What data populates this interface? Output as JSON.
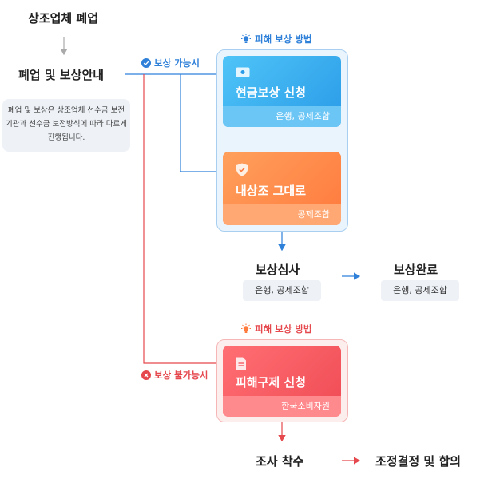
{
  "top_title": "상조업체 폐업",
  "guide_title": "폐업 및 보상안내",
  "guide_note": "폐업 및 보상은 상조업체 선수금 보전 기관과 선수금 보전방식에 따라 다르게 진행됩니다.",
  "branch_yes": {
    "label": "보상 가능시",
    "color": "#2f80d9"
  },
  "branch_no": {
    "label": "보상 불가능시",
    "color": "#e5484d"
  },
  "blue_group": {
    "header": "피해 보상 방법",
    "cards": [
      {
        "title": "현금보상 신청",
        "sub": "은행, 공제조합",
        "icon": "cash-icon"
      },
      {
        "title": "내상조 그대로",
        "sub": "공제조합",
        "icon": "shield-check-icon"
      }
    ]
  },
  "review": {
    "title": "보상심사",
    "tag": "은행, 공제조합"
  },
  "complete": {
    "title": "보상완료",
    "tag": "은행, 공제조합"
  },
  "red_group": {
    "header": "피해 보상 방법",
    "card": {
      "title": "피해구제 신청",
      "sub": "한국소비자원",
      "icon": "document-icon"
    }
  },
  "investigate": {
    "title": "조사 착수"
  },
  "mediation": {
    "title": "조정결정 및 합의"
  }
}
